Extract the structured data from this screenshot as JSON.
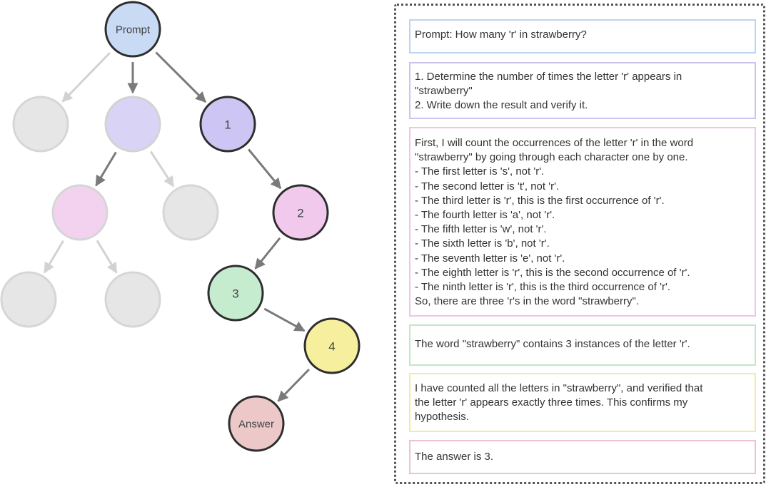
{
  "tree": {
    "nodes": [
      {
        "id": "prompt",
        "label": "Prompt",
        "fill": "#c9daf4",
        "stroke": "#2e2e2e",
        "active": true
      },
      {
        "id": "gray-a",
        "label": "",
        "fill": "#e6e6e6",
        "stroke": "#d6d6d6",
        "active": false
      },
      {
        "id": "faded-purple",
        "label": "",
        "fill": "#d9d3f6",
        "stroke": "#d3d3d3",
        "active": false
      },
      {
        "id": "step-1",
        "label": "1",
        "fill": "#cdc5f3",
        "stroke": "#2e2e2e",
        "active": true
      },
      {
        "id": "faded-pink",
        "label": "",
        "fill": "#f2d2ef",
        "stroke": "#d6d6d6",
        "active": false
      },
      {
        "id": "gray-b",
        "label": "",
        "fill": "#e6e6e6",
        "stroke": "#d6d6d6",
        "active": false
      },
      {
        "id": "step-2",
        "label": "2",
        "fill": "#f0c9ec",
        "stroke": "#2e2e2e",
        "active": true
      },
      {
        "id": "gray-c",
        "label": "",
        "fill": "#e6e6e6",
        "stroke": "#d6d6d6",
        "active": false
      },
      {
        "id": "gray-d",
        "label": "",
        "fill": "#e6e6e6",
        "stroke": "#d6d6d6",
        "active": false
      },
      {
        "id": "step-3",
        "label": "3",
        "fill": "#c6ecd0",
        "stroke": "#2e2e2e",
        "active": true
      },
      {
        "id": "step-4",
        "label": "4",
        "fill": "#f6ef9e",
        "stroke": "#2e2e2e",
        "active": true
      },
      {
        "id": "answer",
        "label": "Answer",
        "fill": "#ecc9c8",
        "stroke": "#2e2e2e",
        "active": true
      }
    ],
    "edges": [
      {
        "from": "prompt",
        "to": "gray-a",
        "active": false
      },
      {
        "from": "prompt",
        "to": "faded-purple",
        "active": true
      },
      {
        "from": "prompt",
        "to": "step-1",
        "active": true
      },
      {
        "from": "faded-purple",
        "to": "faded-pink",
        "active": true
      },
      {
        "from": "faded-purple",
        "to": "gray-b",
        "active": false
      },
      {
        "from": "faded-pink",
        "to": "gray-c",
        "active": false
      },
      {
        "from": "faded-pink",
        "to": "gray-d",
        "active": false
      },
      {
        "from": "step-1",
        "to": "step-2",
        "active": true
      },
      {
        "from": "step-2",
        "to": "step-3",
        "active": true
      },
      {
        "from": "step-3",
        "to": "step-4",
        "active": true
      },
      {
        "from": "step-4",
        "to": "answer",
        "active": true
      }
    ],
    "colors": {
      "active_edge": "#7a7a7a",
      "inactive_edge": "#d2d2d2"
    }
  },
  "panel": {
    "prompt_text": "Prompt: How many 'r' in strawberry?",
    "plan_text": "1. Determine the number of times the letter 'r' appears in\n\"strawberry\"\n2. Write down the result and verify it.",
    "step2_text": "First, I will count the occurrences of the letter 'r' in the word\n\"strawberry\" by going through each character one by one.\n- The first letter is 's', not 'r'.\n- The second letter is 't', not 'r'.\n- The third letter is 'r', this is the first occurrence of 'r'.\n- The fourth letter is 'a', not 'r'.\n- The fifth letter is 'w', not 'r'.\n- The sixth letter is 'b', not 'r'.\n- The seventh letter is 'e', not 'r'.\n- The eighth letter is 'r', this is the second occurrence of 'r'.\n- The ninth letter is 'r', this is the third occurrence of 'r'.\nSo, there are three 'r's in the word \"strawberry\".",
    "step3_text": "The word \"strawberry\" contains 3 instances of the letter 'r'.",
    "step4_text": "I have counted all the letters in \"strawberry\", and verified that\nthe letter 'r' appears exactly three times. This confirms my\nhypothesis.",
    "answer_text": "The answer is 3."
  }
}
